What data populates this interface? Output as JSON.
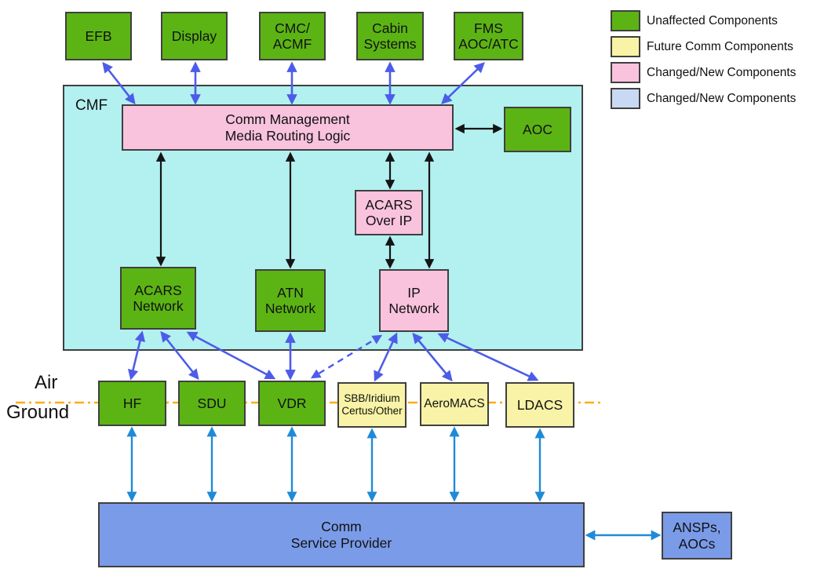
{
  "legend": {
    "items": [
      {
        "label": "Unaffected Components",
        "color": "#5cb414"
      },
      {
        "label": "Future Comm Components",
        "color": "#f8f3a6"
      },
      {
        "label": "Changed/New Components",
        "color": "#f9c3dd"
      },
      {
        "label": "Changed/New Components",
        "color": "#c9d9f4"
      }
    ]
  },
  "boundary": {
    "air_label": "Air",
    "ground_label": "Ground"
  },
  "cmf": {
    "label": "CMF"
  },
  "nodes": {
    "efb": {
      "label": "EFB"
    },
    "display": {
      "label": "Display"
    },
    "cmc_acmf": {
      "line1": "CMC/",
      "line2": "ACMF"
    },
    "cabin_systems": {
      "line1": "Cabin",
      "line2": "Systems"
    },
    "fms_aoc_atc": {
      "line1": "FMS",
      "line2": "AOC/ATC"
    },
    "comm_mgmt": {
      "line1": "Comm Management",
      "line2": "Media Routing Logic"
    },
    "aoc": {
      "label": "AOC"
    },
    "acars_over_ip": {
      "line1": "ACARS",
      "line2": "Over IP"
    },
    "acars_network": {
      "line1": "ACARS",
      "line2": "Network"
    },
    "atn_network": {
      "line1": "ATN",
      "line2": "Network"
    },
    "ip_network": {
      "line1": "IP",
      "line2": "Network"
    },
    "hf": {
      "label": "HF"
    },
    "sdu": {
      "label": "SDU"
    },
    "vdr": {
      "label": "VDR"
    },
    "sbb": {
      "line1": "SBB/Iridium",
      "line2": "Certus/Other"
    },
    "aeromacs": {
      "label": "AeroMACS"
    },
    "ldacs": {
      "label": "LDACS"
    },
    "csp": {
      "line1": "Comm",
      "line2": "Service Provider"
    },
    "ansps_aocs": {
      "line1": "ANSPs,",
      "line2": "AOCs"
    }
  },
  "colors": {
    "unaffected_green": "#5cb414",
    "future_yellow": "#f8f3a6",
    "changed_pink": "#f9c3dd",
    "changed_blue": "#7a9be8",
    "legend_blue_swatch": "#c9d9f4",
    "cmf_cyan": "#b3f0f0",
    "avionics_arrow_blue": "#4d5ce8",
    "ground_arrow_blue": "#1e8bd9",
    "internal_arrow_black": "#151515",
    "air_ground_line_orange": "#fbae17",
    "box_border": "#3f3f3f"
  }
}
